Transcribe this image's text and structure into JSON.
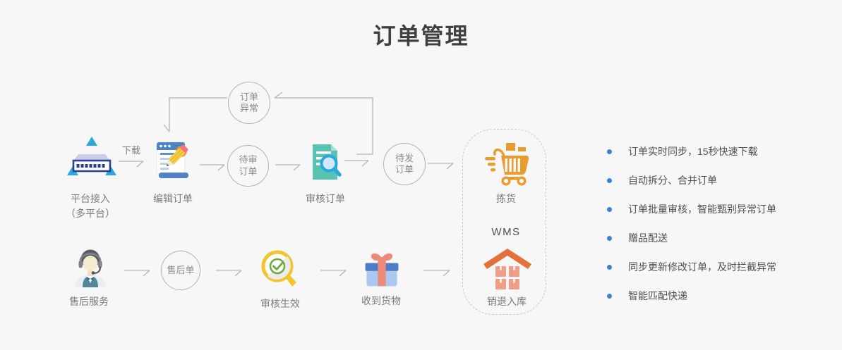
{
  "page": {
    "title": "订单管理",
    "background": "#f7f7f7"
  },
  "flow": {
    "platform": {
      "label": "平台接入",
      "sublabel": "（多平台）"
    },
    "download": {
      "label": "下载"
    },
    "edit_order": {
      "label": "编辑订单"
    },
    "pending_review_circle": {
      "line1": "待审",
      "line2": "订单"
    },
    "review_order": {
      "label": "审核订单"
    },
    "pending_ship_circle": {
      "line1": "待发",
      "line2": "订单"
    },
    "exception_circle": {
      "line1": "订单",
      "line2": "异常"
    },
    "wms_panel": {
      "picking": "拣货",
      "wms": "WMS",
      "sales_return": "销退入库"
    },
    "after_sale_service": {
      "label": "售后服务"
    },
    "after_sale_circle": {
      "label": "售后单"
    },
    "review_effective": {
      "label": "审核生效"
    },
    "receive_goods": {
      "label": "收到货物"
    }
  },
  "features": {
    "bullet_color": "#3d7fd9",
    "items": [
      "订单实时同步，15秒快速下载",
      "自动拆分、合并订单",
      "订单批量审核，智能甄别异常订单",
      "赠品配送",
      "同步更新修改订单，及时拦截异常",
      "智能匹配快递"
    ]
  },
  "icons": {
    "platform": "multi-platform-server",
    "edit_order": "document-pencil",
    "review_order": "document-magnifier",
    "picking": "shopping-cart",
    "sales_return": "warehouse-boxes",
    "after_sale_service": "customer-service-agent",
    "review_effective": "magnifier-check",
    "receive_goods": "gift-box"
  },
  "colors": {
    "arrow": "#b5b5b5",
    "accent_orange": "#e99b2d",
    "accent_teal": "#58c3b3",
    "accent_blue": "#2aa9e0"
  }
}
